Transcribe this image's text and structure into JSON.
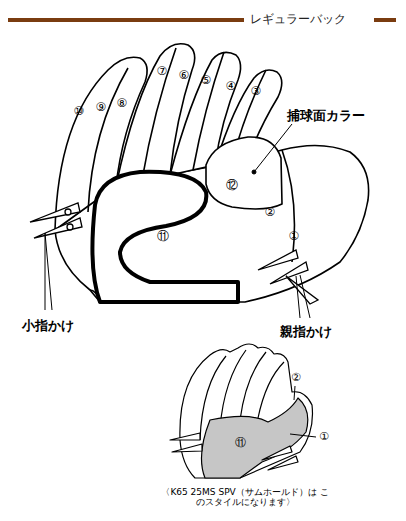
{
  "diagram": {
    "title": "レギュラーバック",
    "caption": "〈K65 25MS SPV（サムホールド）は このスタイルになります〉",
    "labels": [
      "⑦",
      "⑥",
      "⑤",
      "④",
      "③",
      "⑩",
      "⑨",
      "⑧",
      "捕球面カラー",
      "⑫",
      "②",
      "①",
      "⑪",
      "小指かけ",
      "親指かけ",
      "②",
      "①",
      "⑪"
    ]
  }
}
